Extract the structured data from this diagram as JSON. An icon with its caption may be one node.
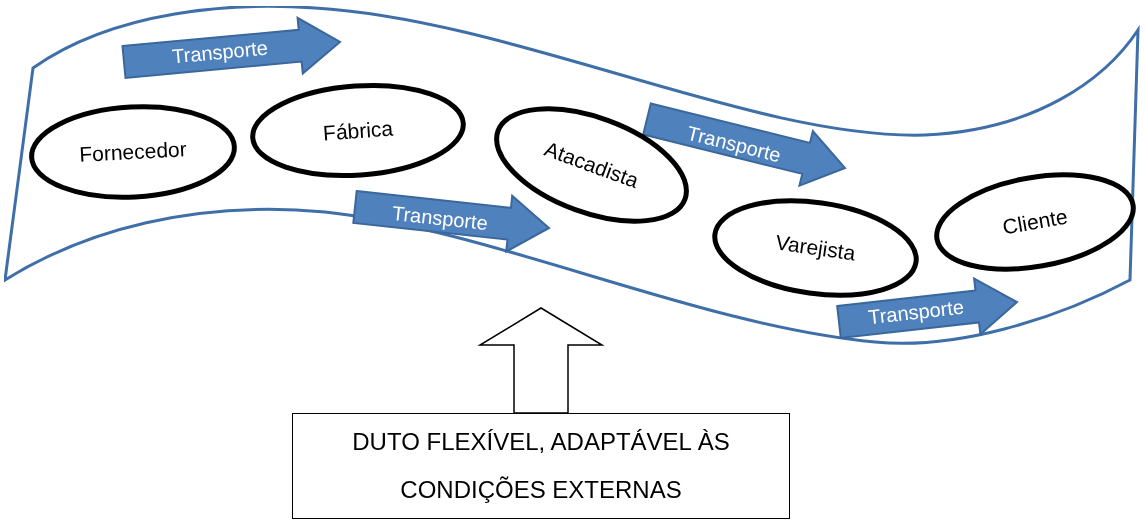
{
  "diagram": {
    "nodes": [
      {
        "text": [],
        "shape": "band"
      },
      {
        "text": [
          "Fornecedor"
        ],
        "in": 0
      },
      {
        "text": [
          "Fábrica"
        ],
        "in": 0
      },
      {
        "text": [
          "Atacadista"
        ],
        "in": 0
      },
      {
        "text": [
          "Varejista"
        ],
        "in": 0
      },
      {
        "text": [
          "Cliente"
        ],
        "in": 0
      },
      {
        "text": [
          "DUTO FLEXÍVEL, ADAPTÁVEL ÀS CONDIÇÕES EXTERNAS"
        ]
      }
    ],
    "edges": [
      {
        "from": 1,
        "to": 2,
        "arrow": "to",
        "label": "Transporte",
        "style": "thick"
      },
      {
        "from": 2,
        "to": 3,
        "arrow": "to",
        "label": "Transporte",
        "style": "thick"
      },
      {
        "from": 3,
        "to": 4,
        "arrow": "to",
        "label": "Transporte",
        "style": "thick"
      },
      {
        "from": 4,
        "to": 5,
        "arrow": "to",
        "label": "Transporte",
        "style": "thick"
      },
      {
        "from": 6,
        "to": 0,
        "arrow": "to",
        "color": "#000000"
      }
    ]
  }
}
